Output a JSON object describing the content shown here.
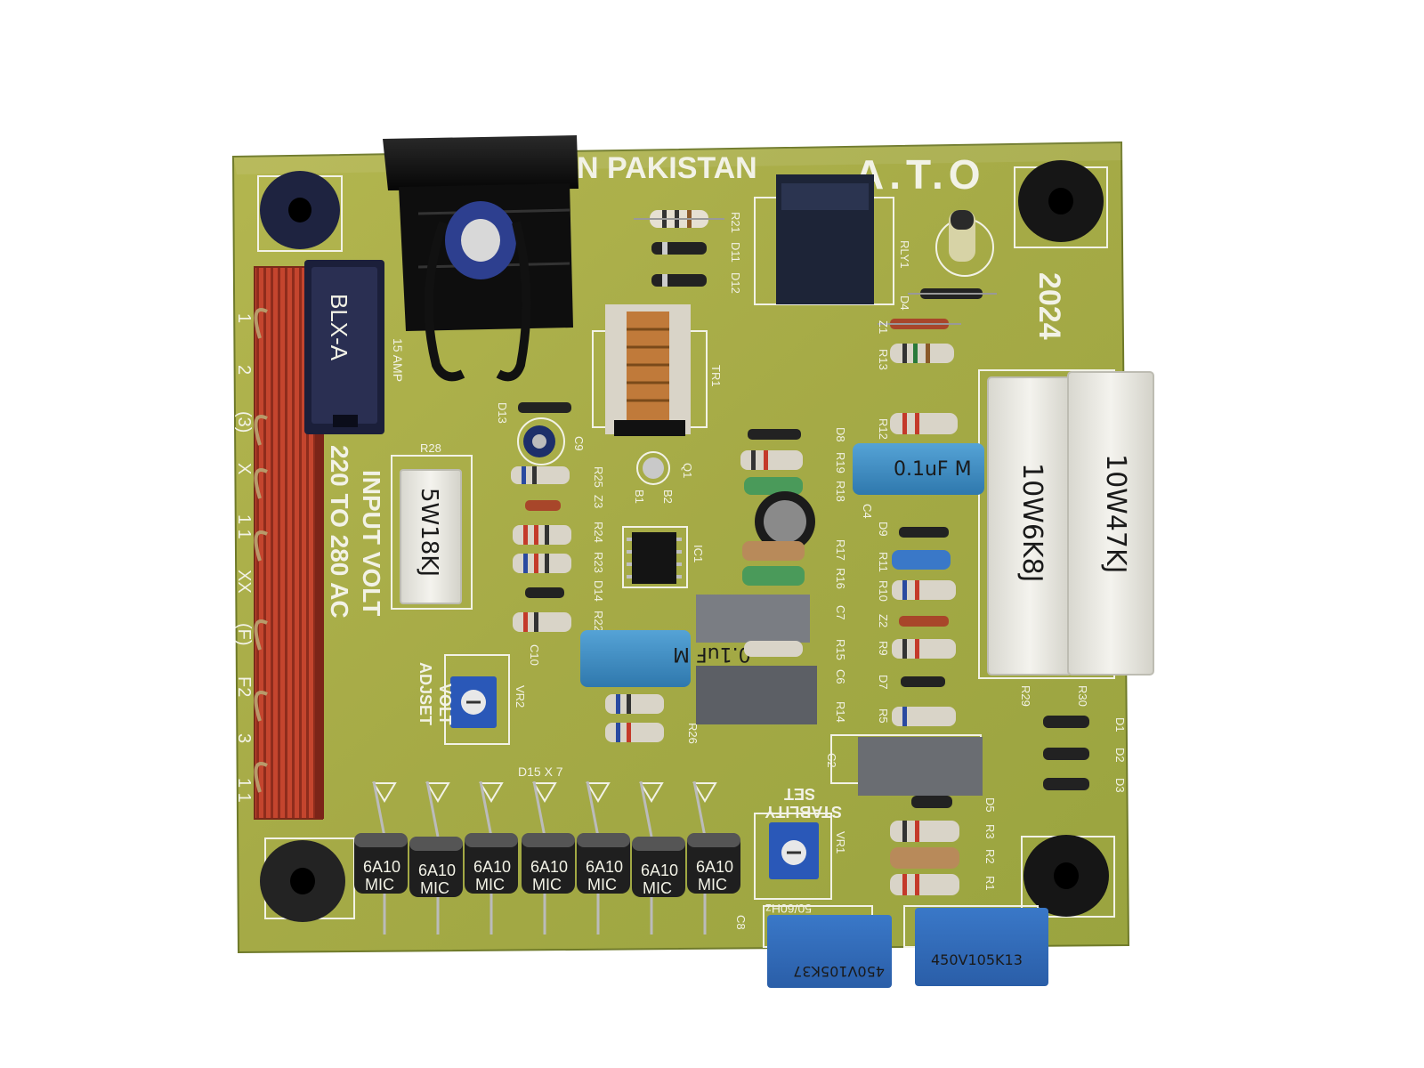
{
  "board": {
    "top_text": "N PAKISTAN",
    "brand": "A.T.O",
    "year": "2024",
    "input_volt_line1": "INPUT VOLT",
    "input_volt_line2": "220 TO 280 AC",
    "fuse_rating": "15 AMP",
    "volt_adjust_line1": "VOLT",
    "volt_adjust_line2": "ADJSET",
    "stability_line1": "STABLITY",
    "stability_line2": "SET",
    "freq": "50/60Hz",
    "diode_note": "D15 X 7",
    "connector_pins": [
      "1",
      "2",
      "(3)",
      "X",
      "1 1",
      "XX",
      "(F)",
      "F2",
      "3",
      "1 1"
    ]
  },
  "components": {
    "fuse_holder": "BLX-A",
    "resistor_r28": "5W18KJ",
    "cap_left": "0.1uF M",
    "cap_right": "0.1uF M",
    "power_res_1": "10W6K8J",
    "power_res_2": "10W47KJ",
    "cap_bottom_1": "450V105K37",
    "cap_bottom_2": "450V105K13",
    "diode_marking_top": "6A10",
    "diode_marking_bottom": "MIC"
  },
  "labels": {
    "r28": "R28",
    "r21": "R21",
    "d11": "D11",
    "d12": "D12",
    "rly1": "RLY1",
    "d4": "D4",
    "z1": "Z1",
    "r13": "R13",
    "tr1": "TR1",
    "d13": "D13",
    "c9": "C9",
    "r25": "R25",
    "z3": "Z3",
    "r24": "R24",
    "r23": "R23",
    "d14": "D14",
    "r22": "R22",
    "c10": "C10",
    "q1": "Q1",
    "b1": "B1",
    "b2": "B2",
    "ic1": "IC1",
    "vr2": "VR2",
    "r26": "R26",
    "r12": "R12",
    "d8": "D8",
    "r19": "R19",
    "r18": "R18",
    "c4": "C4",
    "d9": "D9",
    "r17": "R17",
    "r16": "R16",
    "r11": "R11",
    "r10": "R10",
    "c7": "C7",
    "z2": "Z2",
    "r9": "R9",
    "r15": "R15",
    "c6": "C6",
    "d7": "D7",
    "r14": "R14",
    "r5": "R5",
    "c2": "C2",
    "d5": "D5",
    "r3": "R3",
    "r2": "R2",
    "r1": "R1",
    "vr1": "VR1",
    "c8": "C8",
    "r29": "R29",
    "r30": "R30",
    "d1": "D1",
    "d2": "D2",
    "d3": "D3"
  },
  "colors": {
    "pcb": "#a7ad4a",
    "silkscreen": "#f2f2e6",
    "connector": "#c4452e",
    "heatsink": "#111111",
    "capacitor_blue": "#3f8fc4",
    "power_resistor": "#ecebe4"
  }
}
